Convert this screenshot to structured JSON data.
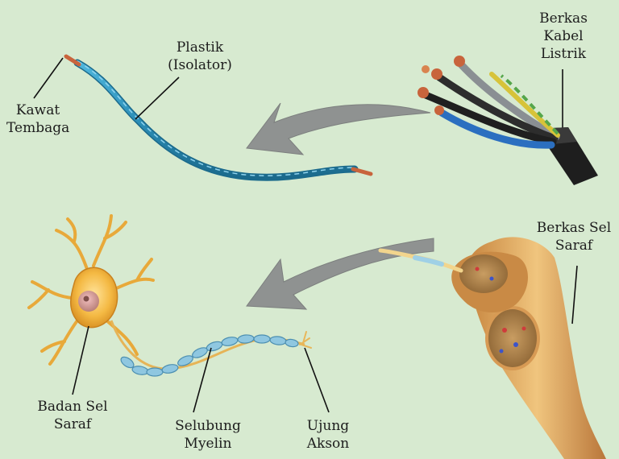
{
  "labels": {
    "kawat_tembaga": [
      "Kawat",
      "Tembaga"
    ],
    "plastik": [
      "Plastik",
      "(Isolator)"
    ],
    "berkas_kabel": [
      "Berkas",
      "Kabel",
      "Listrik"
    ],
    "berkas_sel": [
      "Berkas Sel",
      "Saraf"
    ],
    "badan_sel": [
      "Badan Sel",
      "Saraf"
    ],
    "selubung": [
      "Selubung",
      "Myelin"
    ],
    "ujung_akson": [
      "Ujung",
      "Akson"
    ]
  },
  "colors": {
    "background": "#d7ead0",
    "arrow": "#8f9291",
    "wire_insulation": "#2c8fb8",
    "copper": "#c8643c",
    "cable_jacket": "#1e1e1e",
    "neuron_body": "#f2b340",
    "myelin": "#8fc7e0",
    "nerve_bundle": "#e0a860"
  }
}
